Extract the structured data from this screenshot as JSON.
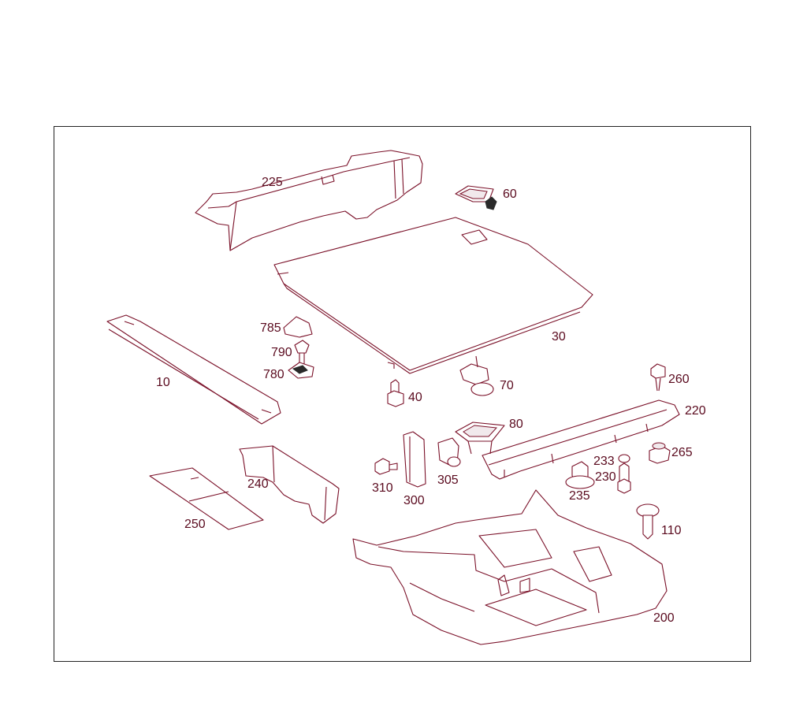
{
  "diagram": {
    "callouts": [
      {
        "id": "c225",
        "text": "225"
      },
      {
        "id": "c60",
        "text": "60"
      },
      {
        "id": "c785",
        "text": "785"
      },
      {
        "id": "c790",
        "text": "790"
      },
      {
        "id": "c780",
        "text": "780"
      },
      {
        "id": "c30",
        "text": "30"
      },
      {
        "id": "c10",
        "text": "10"
      },
      {
        "id": "c40",
        "text": "40"
      },
      {
        "id": "c70",
        "text": "70"
      },
      {
        "id": "c260",
        "text": "260"
      },
      {
        "id": "c220",
        "text": "220"
      },
      {
        "id": "c80",
        "text": "80"
      },
      {
        "id": "c233",
        "text": "233"
      },
      {
        "id": "c265",
        "text": "265"
      },
      {
        "id": "c230",
        "text": "230"
      },
      {
        "id": "c240",
        "text": "240"
      },
      {
        "id": "c310",
        "text": "310"
      },
      {
        "id": "c305",
        "text": "305"
      },
      {
        "id": "c300",
        "text": "300"
      },
      {
        "id": "c235",
        "text": "235"
      },
      {
        "id": "c250",
        "text": "250"
      },
      {
        "id": "c110",
        "text": "110"
      },
      {
        "id": "c200",
        "text": "200"
      }
    ],
    "colors": {
      "line": "#7a1028",
      "label": "#5a0a1e",
      "frame": "#222222"
    }
  }
}
